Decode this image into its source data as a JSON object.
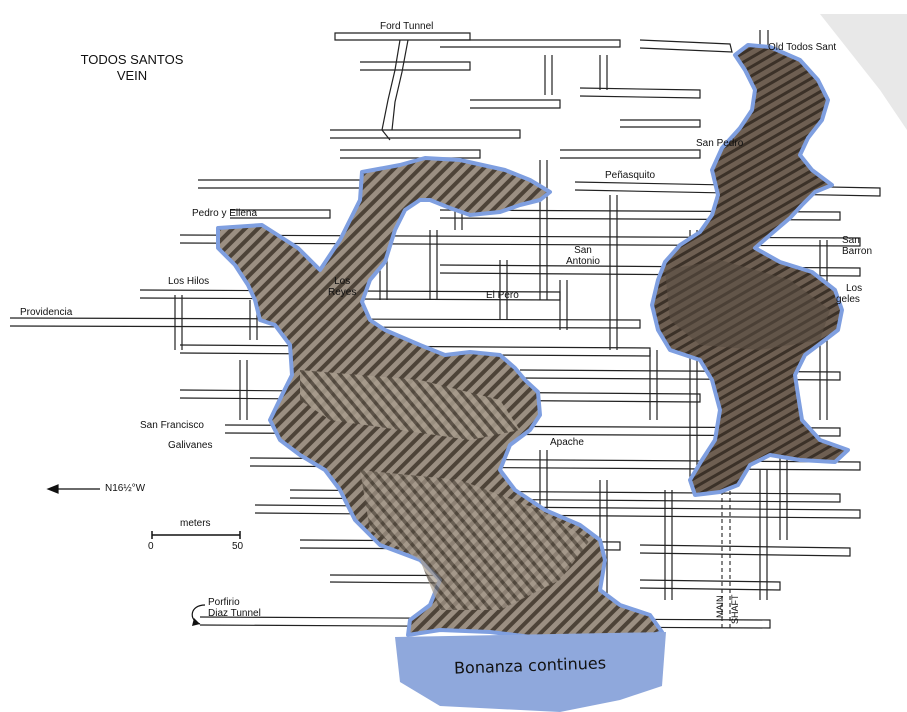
{
  "title": {
    "line1": "TODOS SANTOS",
    "line2": "VEIN"
  },
  "places": {
    "ford_tunnel": "Ford Tunnel",
    "old_todos_santos": "Old Todos Sant",
    "san_pedro": "San Pedro",
    "penasquito": "Peñasquito",
    "pedro_y_ellena": "Pedro y Ellena",
    "san_antonio_1": "San",
    "san_antonio_2": "Antonio",
    "san_barron_1": "San",
    "san_barron_2": "Barron",
    "los_angeles_1": "Los",
    "los_angeles_2": "geles",
    "los_hilos": "Los Hilos",
    "los_reyes_1": "Los",
    "los_reyes_2": "Reyes",
    "el_pero": "El Pero",
    "providencia": "Providencia",
    "san_francisco": "San Francisco",
    "galivanes": "Galivanes",
    "apache": "Apache",
    "porfirio_1": "Porfirio",
    "porfirio_2": "Diaz Tunnel",
    "main_shaft_1": "MAIN",
    "main_shaft_2": "SHAFT"
  },
  "orientation": "N16½°W",
  "scale": {
    "unit": "meters",
    "start": "0",
    "end": "50"
  },
  "banner": {
    "text": "Bonanza continues",
    "color": "#8fa8dc"
  },
  "colors": {
    "ore_outline": "#7f9fe0",
    "ore_fill": "#8a7c6c",
    "lines": "#222222"
  }
}
